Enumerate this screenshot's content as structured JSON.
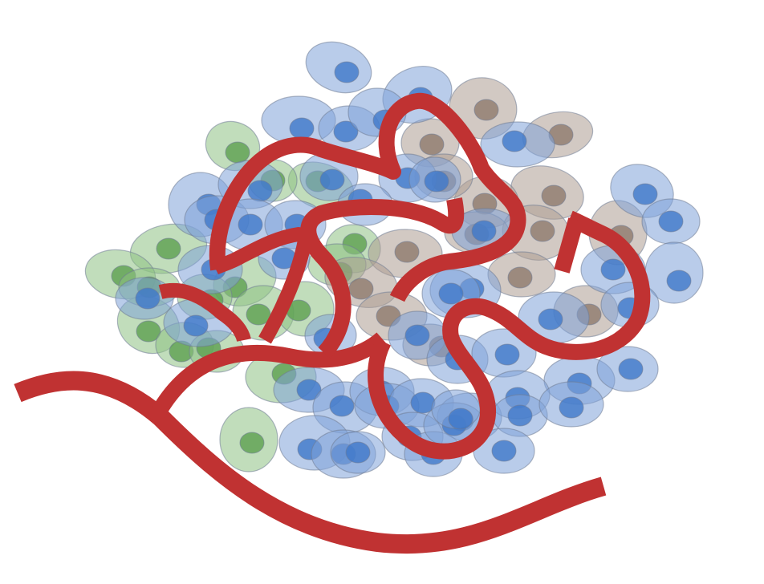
{
  "figure": {
    "subject": "tumor-microenvironment-cells-and-blood-vessels",
    "colors": {
      "background": "#ffffff",
      "vessel": "#c03232",
      "cell_blue": "#7fa3d9",
      "cell_blue_nucleus": "#3f78c9",
      "cell_green": "#8ec183",
      "cell_green_nucleus": "#5da050",
      "cell_taupe": "#ad9d92",
      "cell_taupe_nucleus": "#8f7a6d",
      "cell_outline": "#6f7c94"
    },
    "cell_types": [
      {
        "name": "blue-cell",
        "count": 60
      },
      {
        "name": "green-cell",
        "count": 17
      },
      {
        "name": "taupe-cell",
        "count": 16
      }
    ],
    "vessels": [
      {
        "name": "main-vessel"
      },
      {
        "name": "upper-loop-vessel"
      },
      {
        "name": "central-vessel"
      },
      {
        "name": "left-branch-vessel"
      },
      {
        "name": "lower-serpentine-vessel"
      },
      {
        "name": "right-hook-vessel"
      },
      {
        "name": "top-stub-vessel"
      },
      {
        "name": "small-left-vessel"
      }
    ]
  }
}
